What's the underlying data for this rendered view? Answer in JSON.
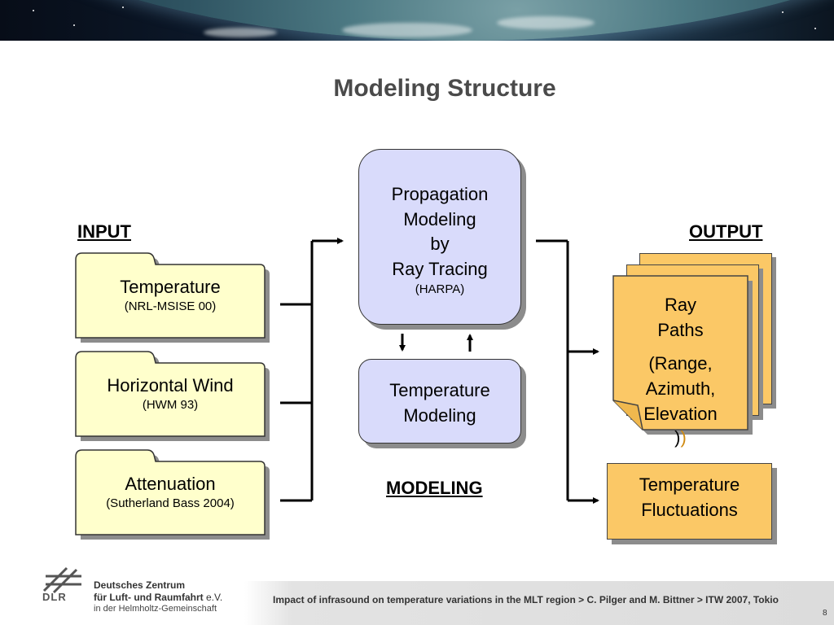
{
  "title": "Modeling Structure",
  "labels": {
    "input": "INPUT",
    "output": "OUTPUT",
    "modeling": "MODELING"
  },
  "inputs": [
    {
      "name": "Temperature",
      "source": "(NRL-MSISE 00)"
    },
    {
      "name": "Horizontal Wind",
      "source": "(HWM 93)"
    },
    {
      "name": "Attenuation",
      "source": "(Sutherland Bass 2004)"
    }
  ],
  "modeling": {
    "propagation": {
      "lines": [
        "Propagation",
        "Modeling",
        "by",
        "Ray Tracing"
      ],
      "sub": "(HARPA)"
    },
    "temperature": {
      "lines": [
        "Temperature",
        "Modeling"
      ]
    }
  },
  "outputs": {
    "ray_paths": {
      "lines": [
        "Ray",
        "Paths"
      ],
      "detail_lines": [
        "(Range,",
        "Azimuth,",
        "Elevation"
      ],
      "tail": ")",
      "tail2": ")"
    },
    "fluctuations": {
      "lines": [
        "Temperature",
        "Fluctuations"
      ]
    }
  },
  "footer": {
    "org_line1": "Deutsches Zentrum",
    "org_line2": "für Luft- und Raumfahrt",
    "org_suffix": "e.V.",
    "org_sub": "in der Helmholtz-Gemeinschaft",
    "logo_text": "DLR",
    "citation": "Impact of infrasound on temperature variations in the MLT region > C. Pilger and M. Bittner > ITW 2007, Tokio",
    "page": "8"
  },
  "colors": {
    "input_fill": "#ffffcc",
    "modeling_fill": "#d9dbfb",
    "output_fill": "#fbc866",
    "title": "#4a4a4a"
  }
}
